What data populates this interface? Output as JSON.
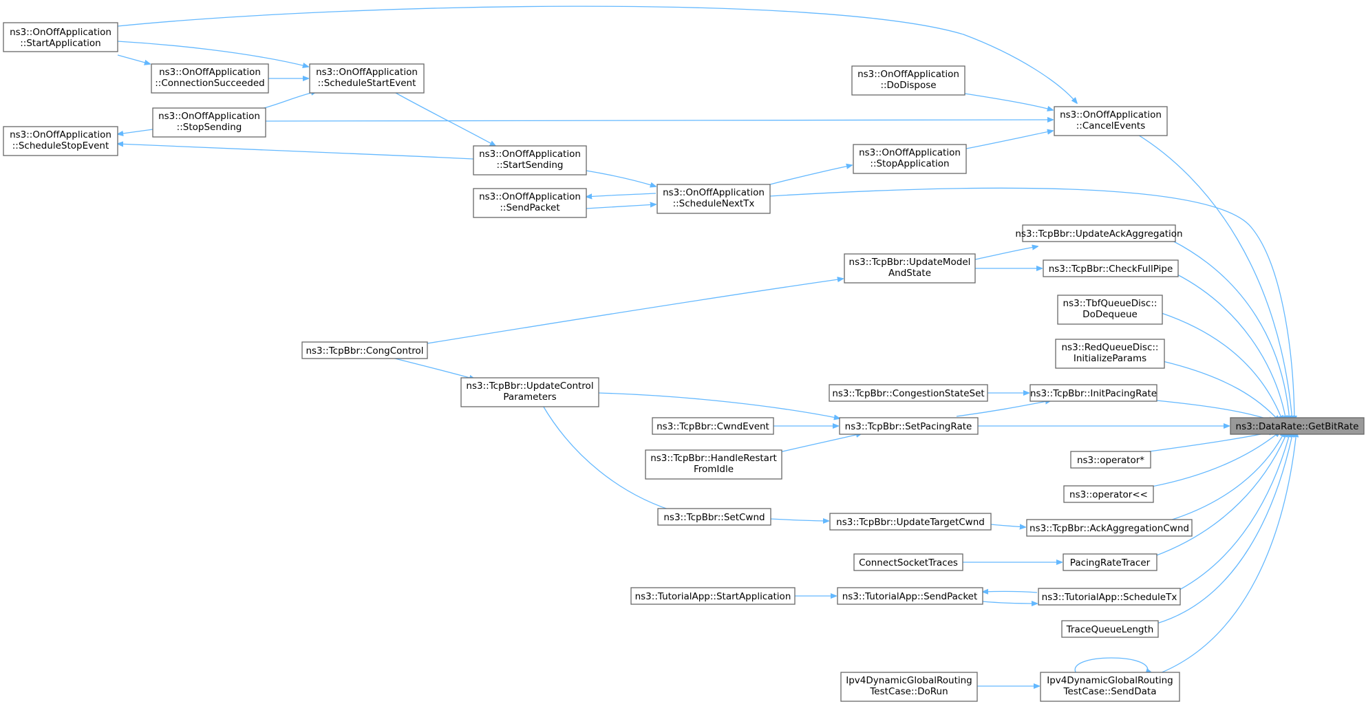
{
  "colors": {
    "edge": "#63b8ff",
    "node_border": "#666666",
    "root_fill": "#999999",
    "node_fill": "#ffffff"
  },
  "nodes": {
    "getbitrate": [
      "ns3::DataRate::GetBitRate"
    ],
    "start_app": [
      "ns3::OnOffApplication",
      "::StartApplication"
    ],
    "conn_succ": [
      "ns3::OnOffApplication",
      "::ConnectionSucceeded"
    ],
    "sched_start": [
      "ns3::OnOffApplication",
      "::ScheduleStartEvent"
    ],
    "stop_sending": [
      "ns3::OnOffApplication",
      "::StopSending"
    ],
    "sched_stop": [
      "ns3::OnOffApplication",
      "::ScheduleStopEvent"
    ],
    "start_sending": [
      "ns3::OnOffApplication",
      "::StartSending"
    ],
    "send_packet": [
      "ns3::OnOffApplication",
      "::SendPacket"
    ],
    "sched_next": [
      "ns3::OnOffApplication",
      "::ScheduleNextTx"
    ],
    "do_dispose": [
      "ns3::OnOffApplication",
      "::DoDispose"
    ],
    "stop_app": [
      "ns3::OnOffApplication",
      "::StopApplication"
    ],
    "cancel_events": [
      "ns3::OnOffApplication",
      "::CancelEvents"
    ],
    "upd_model": [
      "ns3::TcpBbr::UpdateModel",
      "AndState"
    ],
    "upd_ack": [
      "ns3::TcpBbr::UpdateAckAggregation"
    ],
    "check_full": [
      "ns3::TcpBbr::CheckFullPipe"
    ],
    "tbf": [
      "ns3::TbfQueueDisc::",
      "DoDequeue"
    ],
    "red": [
      "ns3::RedQueueDisc::",
      "InitializeParams"
    ],
    "cong_control": [
      "ns3::TcpBbr::CongControl"
    ],
    "upd_ctrl": [
      "ns3::TcpBbr::UpdateControl",
      "Parameters"
    ],
    "cong_state": [
      "ns3::TcpBbr::CongestionStateSet"
    ],
    "init_pacing": [
      "ns3::TcpBbr::InitPacingRate"
    ],
    "cwnd_event": [
      "ns3::TcpBbr::CwndEvent"
    ],
    "set_pacing": [
      "ns3::TcpBbr::SetPacingRate"
    ],
    "handle_restart": [
      "ns3::TcpBbr::HandleRestart",
      "FromIdle"
    ],
    "op_mul": [
      "ns3::operator*"
    ],
    "op_shl": [
      "ns3::operator<<"
    ],
    "set_cwnd": [
      "ns3::TcpBbr::SetCwnd"
    ],
    "upd_target": [
      "ns3::TcpBbr::UpdateTargetCwnd"
    ],
    "ack_agg": [
      "ns3::TcpBbr::AckAggregationCwnd"
    ],
    "connect_socket": [
      "ConnectSocketTraces"
    ],
    "pacing_tracer": [
      "PacingRateTracer"
    ],
    "tut_start": [
      "ns3::TutorialApp::StartApplication"
    ],
    "tut_send": [
      "ns3::TutorialApp::SendPacket"
    ],
    "tut_sched": [
      "ns3::TutorialApp::ScheduleTx"
    ],
    "trace_queue": [
      "TraceQueueLength"
    ],
    "ipv4_dorun": [
      "Ipv4DynamicGlobalRouting",
      "TestCase::DoRun"
    ],
    "ipv4_send": [
      "Ipv4DynamicGlobalRouting",
      "TestCase::SendData"
    ]
  }
}
